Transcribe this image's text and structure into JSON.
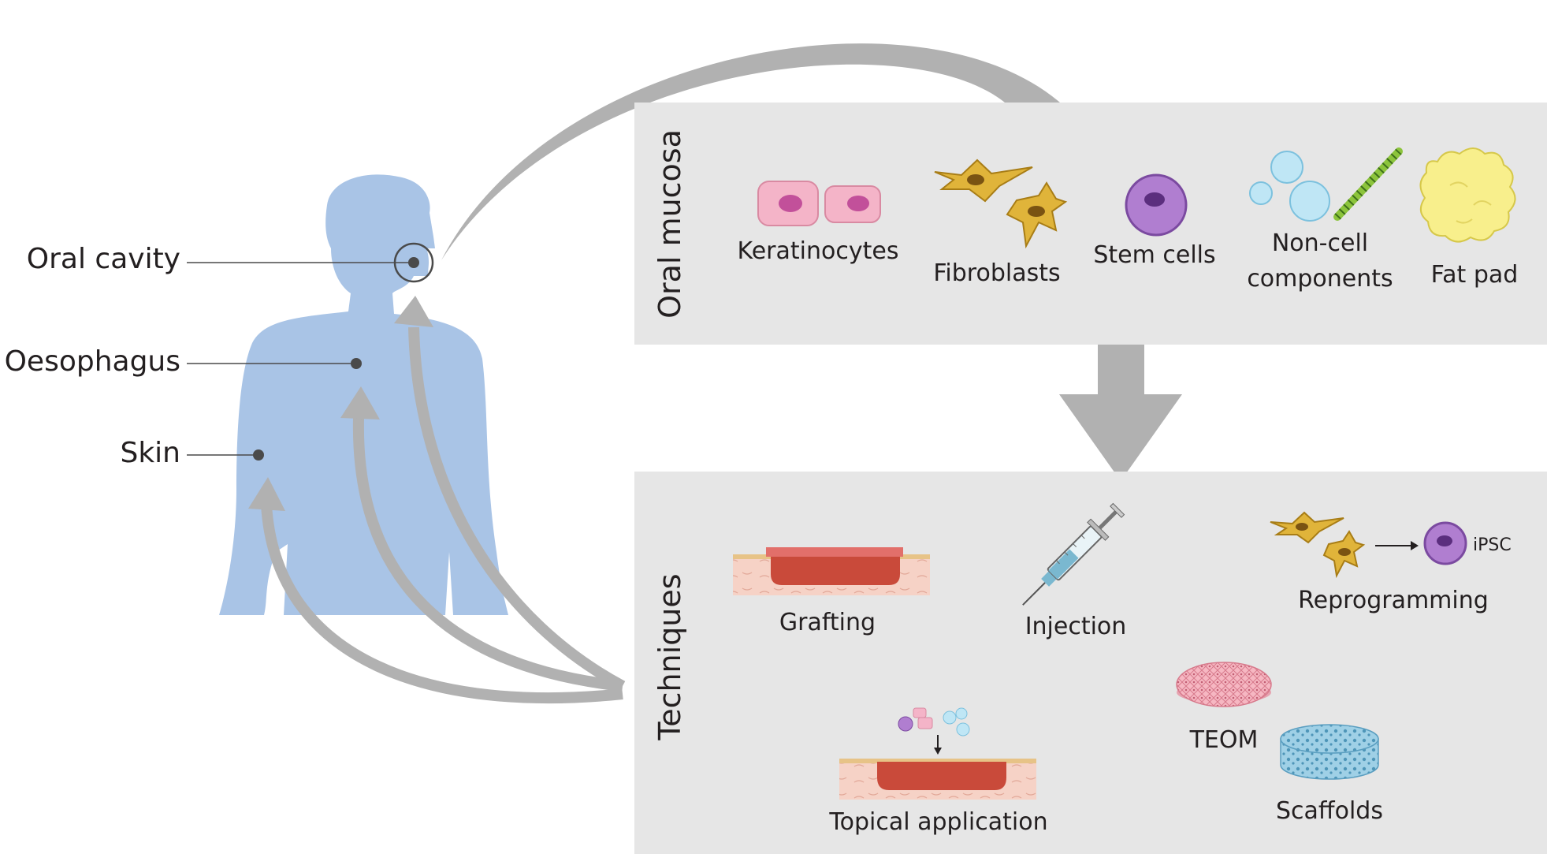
{
  "body_labels": {
    "oral_cavity": "Oral cavity",
    "oesophagus": "Oesophagus",
    "skin": "Skin"
  },
  "oral_mucosa": {
    "title": "Oral mucosa",
    "items": {
      "keratinocytes": "Keratinocytes",
      "fibroblasts": "Fibroblasts",
      "stem_cells": "Stem cells",
      "non_cell_line1": "Non-cell",
      "non_cell_line2": "components",
      "fat_pad": "Fat pad"
    }
  },
  "techniques": {
    "title": "Techniques",
    "items": {
      "grafting": "Grafting",
      "injection": "Injection",
      "reprogramming": "Reprogramming",
      "ipsc": "iPSC",
      "topical_application": "Topical application",
      "teom": "TEOM",
      "scaffolds": "Scaffolds"
    }
  },
  "colors": {
    "panel": "#e6e6e6",
    "arrow": "#b1b1b1",
    "body": "#a9c4e6",
    "keratinocyte": "#f4b4c8",
    "fibroblast": "#e0b43a",
    "stem_cell": "#b07ed0",
    "bubble": "#bfe6f5",
    "fat": "#f8ef8c",
    "wound": "#c94a3a",
    "skin_tissue": "#f6d2c6"
  }
}
